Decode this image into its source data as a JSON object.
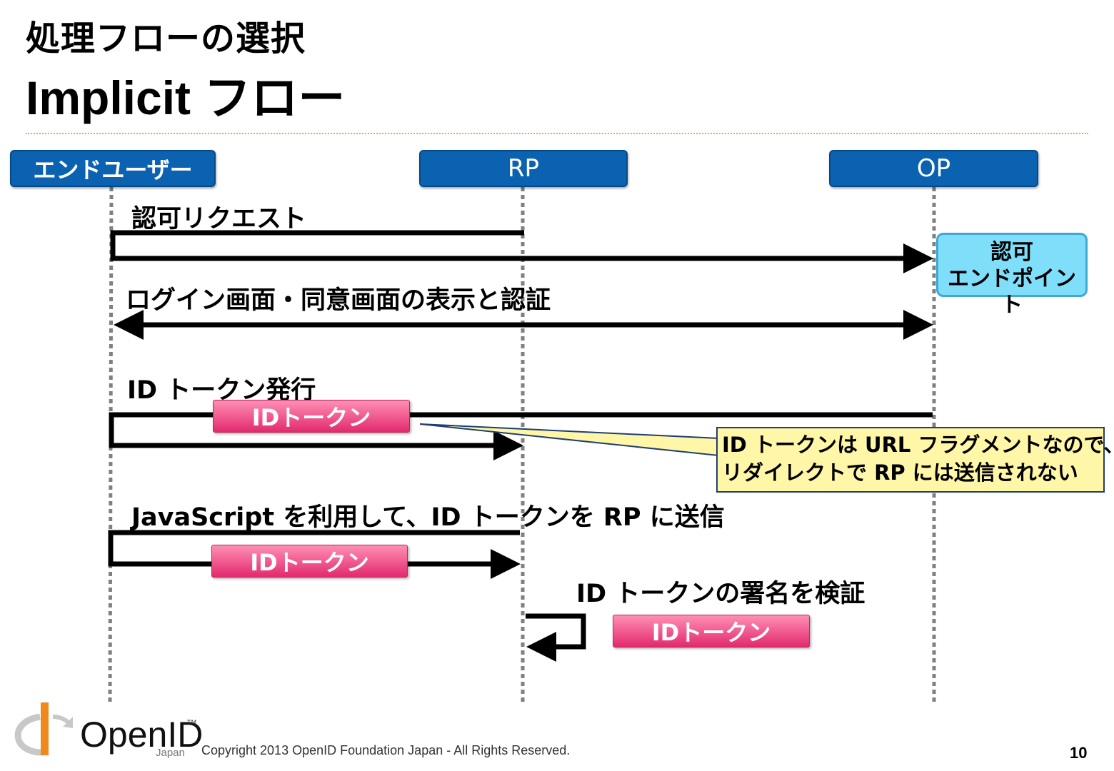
{
  "header": {
    "title_line1": "処理フローの選択",
    "title_line2": "Implicit フロー"
  },
  "actors": {
    "end_user": "エンドユーザー",
    "rp": "RP",
    "op": "OP"
  },
  "steps": {
    "auth_request": "認可リクエスト",
    "login_consent": "ログイン画面・同意画面の表示と認証",
    "id_token_issue": "ID トークン発行",
    "js_send": "JavaScript を利用して、ID トークンを RP に送信",
    "verify_signature": "ID トークンの署名を検証"
  },
  "endpoint": {
    "line1": "認可",
    "line2": "エンドポイント"
  },
  "token_label": "IDトークン",
  "callout": {
    "line1": "ID トークンは URL フラグメントなので、",
    "line2": "リダイレクトで RP には送信されない"
  },
  "footer": {
    "logo_text": "OpenID",
    "logo_tm": "TM",
    "logo_sub": "Japan",
    "copyright": "Copyright  2013  OpenID Foundation Japan - All Rights Reserved.",
    "page_number": "10"
  },
  "colors": {
    "actor_fill": "#0a62b0",
    "token_fill": "#e22a6e",
    "endpoint_fill": "#7fdffb",
    "callout_fill": "#fff6a8",
    "divider": "#f0a050"
  }
}
